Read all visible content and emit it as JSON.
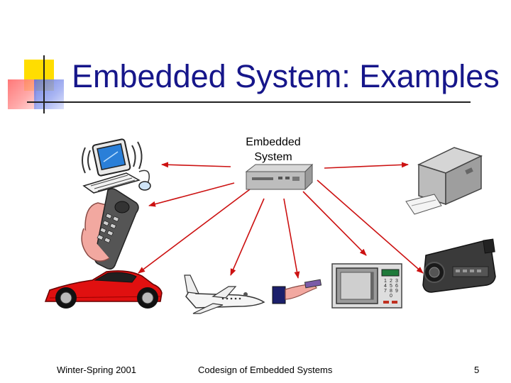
{
  "slide": {
    "title": "Embedded System: Examples",
    "center_label_line1": "Embedded",
    "center_label_line2": "System"
  },
  "footer": {
    "left": "Winter-Spring 2001",
    "center": "Codesign of Embedded Systems",
    "right": "5"
  },
  "microwave": {
    "keypad": [
      "1",
      "2",
      "3",
      "4",
      "5",
      "6",
      "7",
      "8",
      "9",
      "0"
    ]
  },
  "colors": {
    "title": "#16168a",
    "arrow": "#cc1111",
    "accent_yellow": "#ffdd00",
    "accent_red": "#ff6060",
    "accent_blue": "#5a6ee0"
  },
  "icons": [
    "computer-icon",
    "phone-icon",
    "car-icon",
    "airplane-icon",
    "card-reader-icon",
    "microwave-icon",
    "camcorder-icon",
    "printer-icon",
    "embedded-box-icon"
  ]
}
